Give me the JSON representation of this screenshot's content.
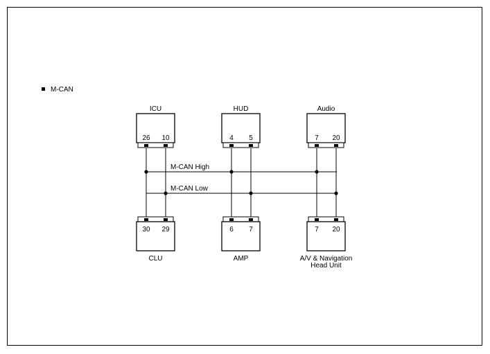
{
  "heading": "M-CAN",
  "modules_top": [
    {
      "name": "ICU",
      "pins": [
        "26",
        "10"
      ]
    },
    {
      "name": "HUD",
      "pins": [
        "4",
        "5"
      ]
    },
    {
      "name": "Audio",
      "pins": [
        "7",
        "20"
      ]
    }
  ],
  "modules_bottom": [
    {
      "name": [
        "CLU"
      ],
      "pins": [
        "30",
        "29"
      ]
    },
    {
      "name": [
        "AMP"
      ],
      "pins": [
        "6",
        "7"
      ]
    },
    {
      "name": [
        "A/V & Navigation",
        "Head Unit"
      ],
      "pins": [
        "7",
        "20"
      ]
    }
  ],
  "bus_lines": [
    {
      "label": "M-CAN High"
    },
    {
      "label": "M-CAN Low"
    }
  ]
}
